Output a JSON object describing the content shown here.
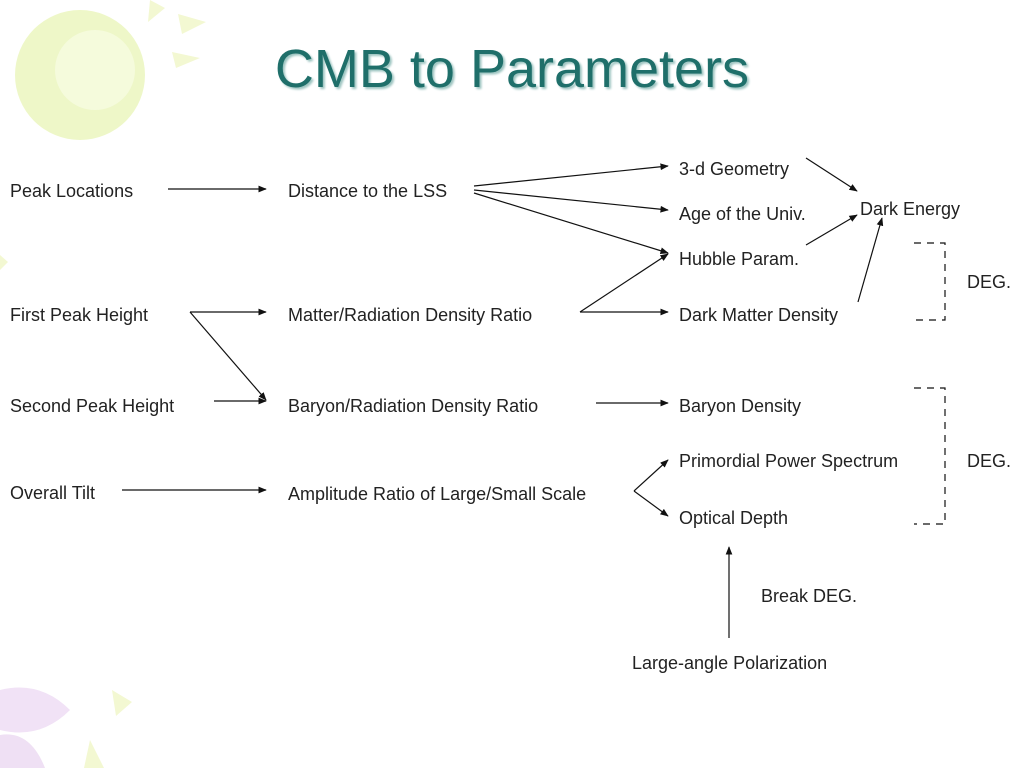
{
  "slide": {
    "title": "CMB to Parameters"
  },
  "diagram": {
    "observables": {
      "peak_locations": "Peak Locations",
      "first_peak_height": "First Peak Height",
      "second_peak_height": "Second Peak Height",
      "overall_tilt": "Overall Tilt"
    },
    "physics": {
      "distance_lss": "Distance to the LSS",
      "matter_radiation_ratio": "Matter/Radiation Density Ratio",
      "baryon_radiation_ratio": "Baryon/Radiation Density Ratio",
      "amplitude_ratio": "Amplitude Ratio of Large/Small Scale"
    },
    "parameters": {
      "geometry_3d": "3-d Geometry",
      "age_universe": "Age of the Univ.",
      "hubble_param": "Hubble Param.",
      "dark_matter_density": "Dark Matter Density",
      "baryon_density": "Baryon Density",
      "primordial_power_spectrum": "Primordial Power Spectrum",
      "optical_depth": "Optical Depth"
    },
    "derived": {
      "dark_energy": "Dark Energy"
    },
    "degeneracy_labels": {
      "deg_upper": "DEG.",
      "deg_lower": "DEG."
    },
    "external": {
      "large_angle_polarization": "Large-angle Polarization",
      "break_deg": "Break DEG."
    }
  },
  "colors": {
    "title": "#1f6f6a",
    "text": "#222222",
    "arrows": "#111111",
    "decoration_yellow": "#eef7c8",
    "decoration_lilac": "#f1e2f6"
  }
}
